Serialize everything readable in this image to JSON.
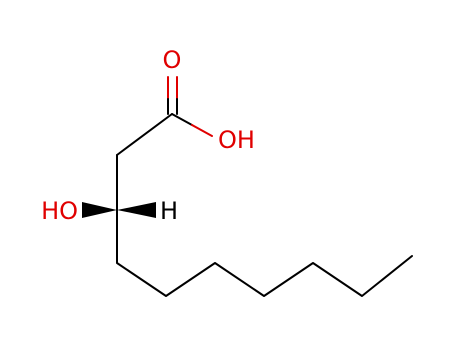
{
  "molecule": {
    "atoms": {
      "carbonyl_oxygen": {
        "symbol": "O",
        "color": "#e00000"
      },
      "carboxyl_hydroxyl": {
        "symbol": "OH",
        "color": "#e00000"
      },
      "hydroxyl_on_stereocenter": {
        "symbol": "HO",
        "color": "#e00000"
      },
      "stereocenter_hydrogen": {
        "symbol": "H",
        "color": "#000000"
      }
    },
    "bond_color": "#000000",
    "stereo_bonds": {
      "to_hydroxyl": "wedge",
      "to_hydrogen": "wedge"
    }
  }
}
